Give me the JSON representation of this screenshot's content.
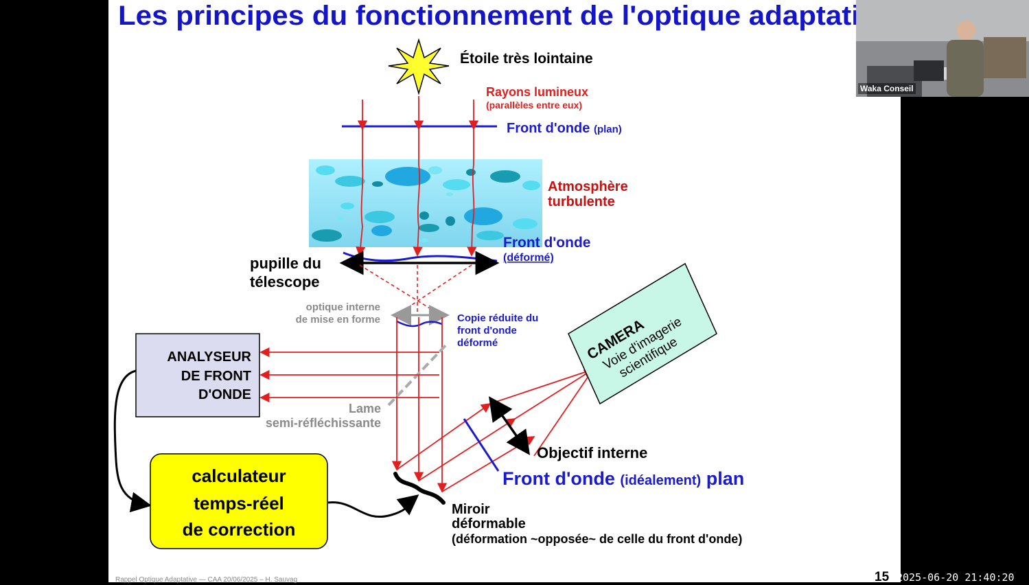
{
  "slide": {
    "title": "Les principes du fonctionnement de l'optique adaptati",
    "star_label": "Étoile très lointaine",
    "rays_label": "Rayons lumineux",
    "rays_sub": "(parallèles entre eux)",
    "wavefront_plan": "Front d'onde",
    "wavefront_plan_sub": "(plan)",
    "atmosphere_1": "Atmosphère",
    "atmosphere_2": "turbulente",
    "wavefront_deformed": "Front d'onde",
    "wavefront_deformed_sub": "(déformé)",
    "pupil_1": "pupille du",
    "pupil_2": "télescope",
    "internal_optics_1": "optique interne",
    "internal_optics_2": "de mise en forme",
    "copy_1": "Copie réduite du",
    "copy_2": "front d'onde",
    "copy_3": "déformé",
    "analyser_1": "ANALYSEUR",
    "analyser_2": "DE FRONT",
    "analyser_3": "D'ONDE",
    "plate_1": "Lame",
    "plate_2": "semi-réfléchissante",
    "camera_1": "CAMERA",
    "camera_2": "Voie d'imagerie",
    "camera_3": "scientifique",
    "calc_1": "calculateur",
    "calc_2": "temps-réel",
    "calc_3": "de correction",
    "objective": "Objectif interne",
    "wf_ideal_a": "Front d'onde",
    "wf_ideal_b": "(idéalement)",
    "wf_ideal_c": "plan",
    "mirror_1": "Miroir",
    "mirror_2": "déformable",
    "mirror_3": "(déformation ~opposée~ de celle du front d'onde)",
    "footer": "Rappel Optique Adaptative — CAA 20/06/2025 – H. Sauvag",
    "page_number": "15"
  },
  "webcam": {
    "label": "Waka Conseil"
  },
  "timestamp": "2025-06-20 21:40:20",
  "colors": {
    "title": "#1515c8",
    "ray": "#e31e1e",
    "wavefront": "#1a1ad0",
    "atmosphere_bg": "#bfeefa",
    "analyser_box": "#dcdcf0",
    "calc_box": "#ffff00",
    "camera_box": "#c8f7e8",
    "gray_label": "#8a8a8a"
  }
}
